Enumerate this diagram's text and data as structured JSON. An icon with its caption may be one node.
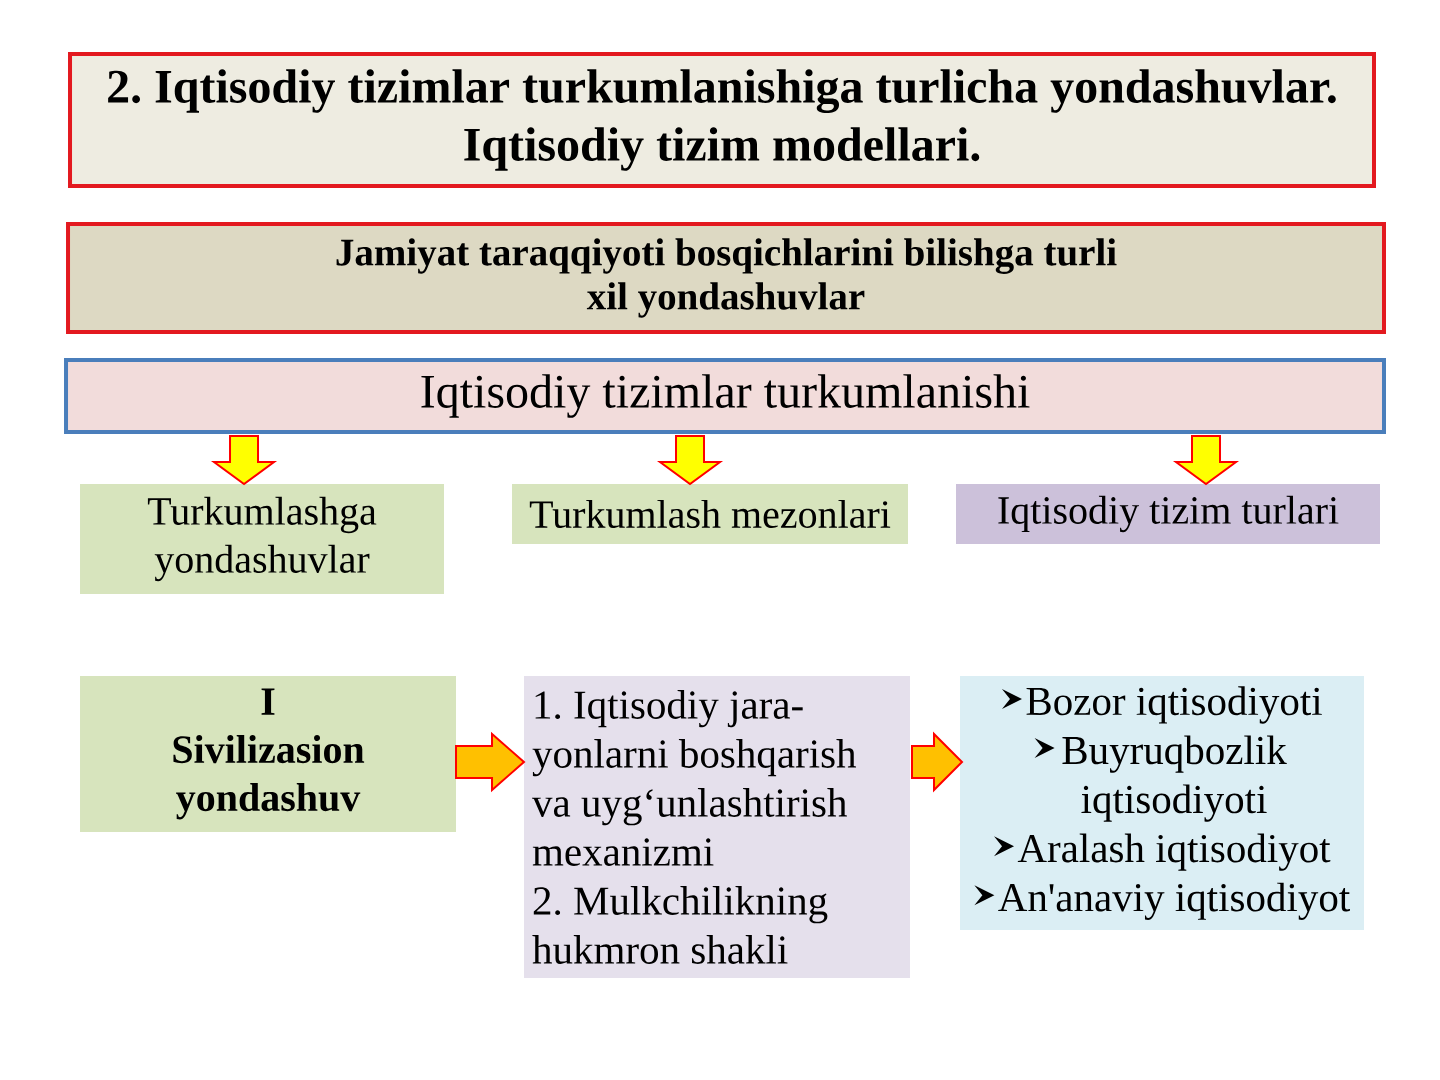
{
  "diagram": {
    "nodes": [
      {
        "text": [
          "2. Iqtisodiy tizimlar turkumlanishiga turlicha yondashuvlar. Iqtisodiy tizim modellari."
        ]
      },
      {
        "text": [
          "Jamiyat taraqqiyoti bosqichlarini bilishga turli xil yondashuvlar"
        ]
      },
      {
        "text": [
          "Iqtisodiy tizimlar turkumlanishi"
        ]
      },
      {
        "text": [
          "Turkumlashga yondashuvlar"
        ]
      },
      {
        "text": [
          "Turkumlash mezonlari"
        ]
      },
      {
        "text": [
          "Iqtisodiy tizim turlari"
        ]
      },
      {
        "text": [
          "I Sivilizasion yondashuv"
        ]
      },
      {
        "text": [
          "1. Iqtisodiy jara-yonlarni boshqarish va uyg‘unlashtirish mexanizmi",
          "2. Mulkchilikning hukmron shakli"
        ]
      },
      {
        "text": [
          "Bozor iqtisodiyoti",
          "Buyruqbozlik iqtisodiyoti",
          "Aralash iqtisodiyot",
          "An'anaviy iqtisodiyot"
        ]
      }
    ],
    "edges": [
      {
        "from": 2,
        "to": 3,
        "arrow": "to"
      },
      {
        "from": 2,
        "to": 4,
        "arrow": "to"
      },
      {
        "from": 2,
        "to": 5,
        "arrow": "to"
      },
      {
        "from": 6,
        "to": 7,
        "arrow": "to",
        "color": "#ffc000"
      },
      {
        "from": 7,
        "to": 8,
        "arrow": "to",
        "color": "#ffc000"
      }
    ]
  }
}
